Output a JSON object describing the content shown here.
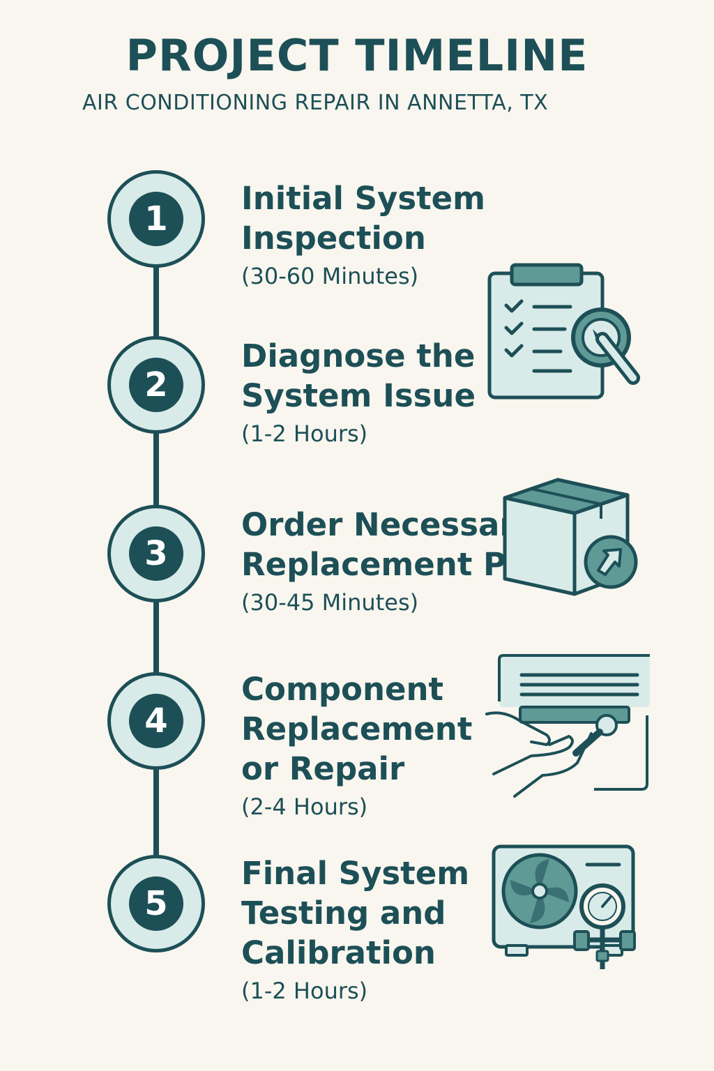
{
  "title": "PROJECT TIMELINE",
  "subtitle": "AIR CONDITIONING REPAIR IN ANNETTA, TX",
  "colors": {
    "primary": "#1d4f57",
    "accent": "#d8ebe8",
    "icon_fill": "#5f9a96",
    "background": "#f8f6ee"
  },
  "steps": [
    {
      "number": "1",
      "title": "Initial System Inspection",
      "duration": "(30-60 Minutes)"
    },
    {
      "number": "2",
      "title": "Diagnose the\nSystem Issue",
      "duration": "(1-2 Hours)",
      "icon": "clipboard-checklist-wrench-icon"
    },
    {
      "number": "3",
      "title": "Order Necessary\nReplacement Parts",
      "duration": "(30-45 Minutes)",
      "icon": "parts-box-arrow-icon"
    },
    {
      "number": "4",
      "title": "Component\nReplacement\nor Repair",
      "duration": "(2-4 Hours)",
      "icon": "ac-unit-hands-wrench-icon"
    },
    {
      "number": "5",
      "title": "Final System\nTesting and\nCalibration",
      "duration": "(1-2 Hours)",
      "icon": "condenser-gauge-icon"
    }
  ]
}
